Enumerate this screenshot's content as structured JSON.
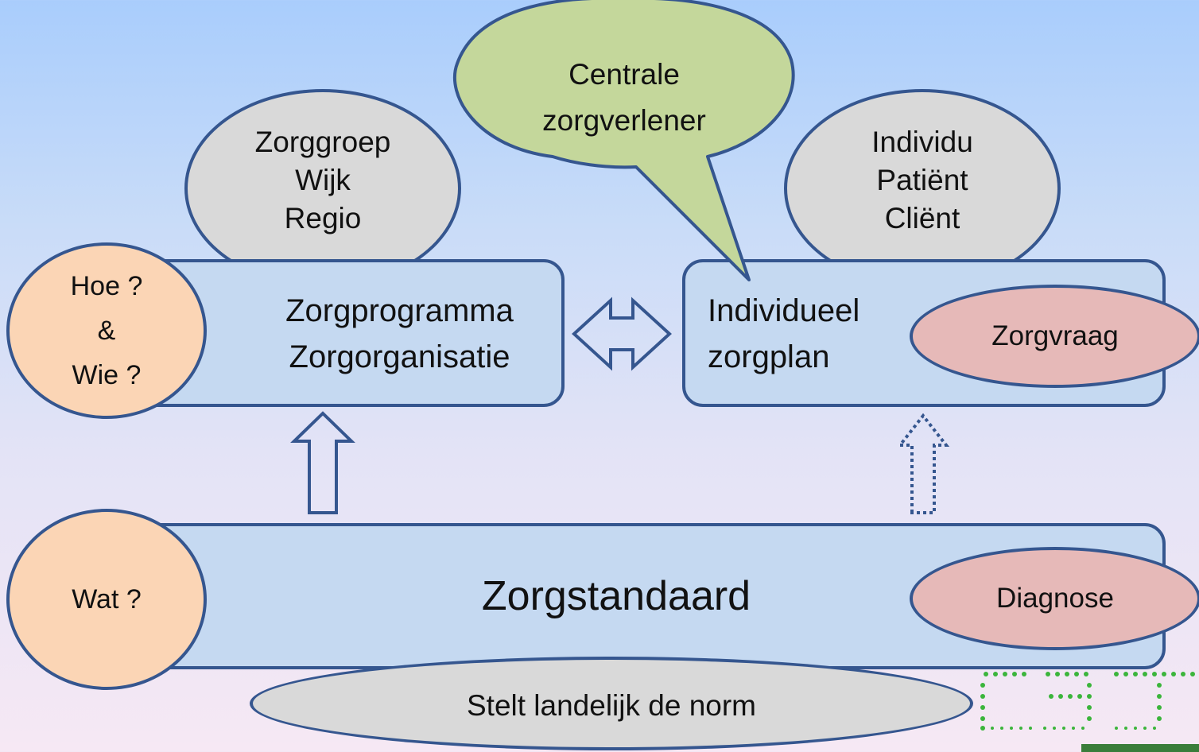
{
  "top_gray_left": "Zorggroep\nWijk\nRegio",
  "top_gray_right": "Individu\nPatiënt\nCliënt",
  "callout": "Centrale\nzorgverlener",
  "program_box": "Zorgprogramma\nZorgorganisatie",
  "care_plan_box": "Individueel\nzorgplan",
  "question_how_who": "Hoe ?\n&\nWie ?",
  "care_request": "Zorgvraag",
  "standard_box": "Zorgstandaard",
  "question_what": "Wat ?",
  "diagnosis": "Diagnose",
  "norm": "Stelt landelijk de norm"
}
